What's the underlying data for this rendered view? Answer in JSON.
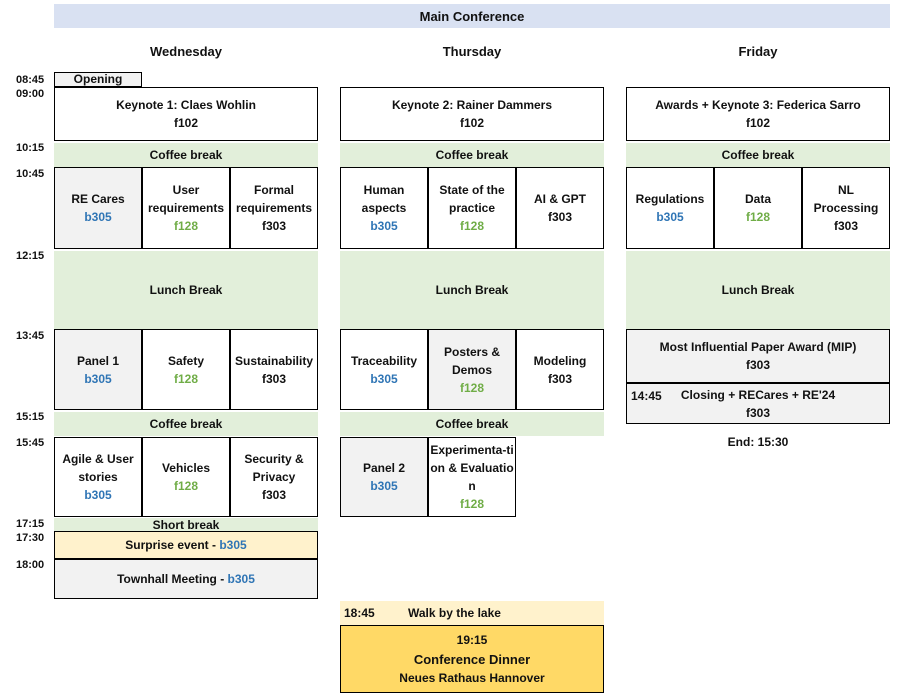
{
  "title": "Main Conference",
  "days": [
    "Wednesday",
    "Thursday",
    "Friday"
  ],
  "times": [
    "08:45",
    "09:00",
    "10:15",
    "10:45",
    "12:15",
    "13:45",
    "15:15",
    "15:45",
    "17:15",
    "17:30",
    "18:00"
  ],
  "opening": "Opening",
  "keynotes": {
    "wed": {
      "title": "Keynote 1: Claes Wohlin",
      "room": "f102"
    },
    "thu": {
      "title": "Keynote 2: Rainer Dammers",
      "room": "f102"
    },
    "fri": {
      "title": "Awards + Keynote 3: Federica Sarro",
      "room": "f102"
    }
  },
  "coffee": "Coffee break",
  "lunch": "Lunch Break",
  "short_break": "Short break",
  "sessions_1045": {
    "wed": [
      {
        "title": "RE Cares",
        "room": "b305"
      },
      {
        "title": "User requirements",
        "room": "f128"
      },
      {
        "title": "Formal requirements",
        "room": "f303"
      }
    ],
    "thu": [
      {
        "title": "Human aspects",
        "room": "b305"
      },
      {
        "title": "State of the practice",
        "room": "f128"
      },
      {
        "title": "AI & GPT",
        "room": "f303"
      }
    ],
    "fri": [
      {
        "title": "Regulations",
        "room": "b305"
      },
      {
        "title": "Data",
        "room": "f128"
      },
      {
        "title": "NL Processing",
        "room": "f303"
      }
    ]
  },
  "sessions_1345": {
    "wed": [
      {
        "title": "Panel 1",
        "room": "b305"
      },
      {
        "title": "Safety",
        "room": "f128"
      },
      {
        "title": "Sustainability",
        "room": "f303"
      }
    ],
    "thu": [
      {
        "title": "Traceability",
        "room": "b305"
      },
      {
        "title": "Posters & Demos",
        "room": "f128"
      },
      {
        "title": "Modeling",
        "room": "f303"
      }
    ],
    "fri_mip": {
      "title": "Most Influential Paper Award (MIP)",
      "room": "f303"
    },
    "fri_closing": {
      "time": "14:45",
      "title": "Closing + RECares + RE'24",
      "room": "f303"
    }
  },
  "sessions_1545": {
    "wed": [
      {
        "title": "Agile & User stories",
        "room": "b305"
      },
      {
        "title": "Vehicles",
        "room": "f128"
      },
      {
        "title": "Security & Privacy",
        "room": "f303"
      }
    ],
    "thu": [
      {
        "title": "Panel 2",
        "room": "b305"
      },
      {
        "title": "Experimenta-tion & Evaluation",
        "room": "f128"
      }
    ]
  },
  "end": "End: 15:30",
  "surprise": {
    "title": "Surprise event - ",
    "room": "b305"
  },
  "townhall": {
    "title": "Townhall Meeting - ",
    "room": "b305"
  },
  "walk": {
    "time": "18:45",
    "title": "Walk by the lake"
  },
  "dinner": {
    "time": "19:15",
    "title": "Conference Dinner",
    "place": "Neues Rathaus Hannover"
  }
}
